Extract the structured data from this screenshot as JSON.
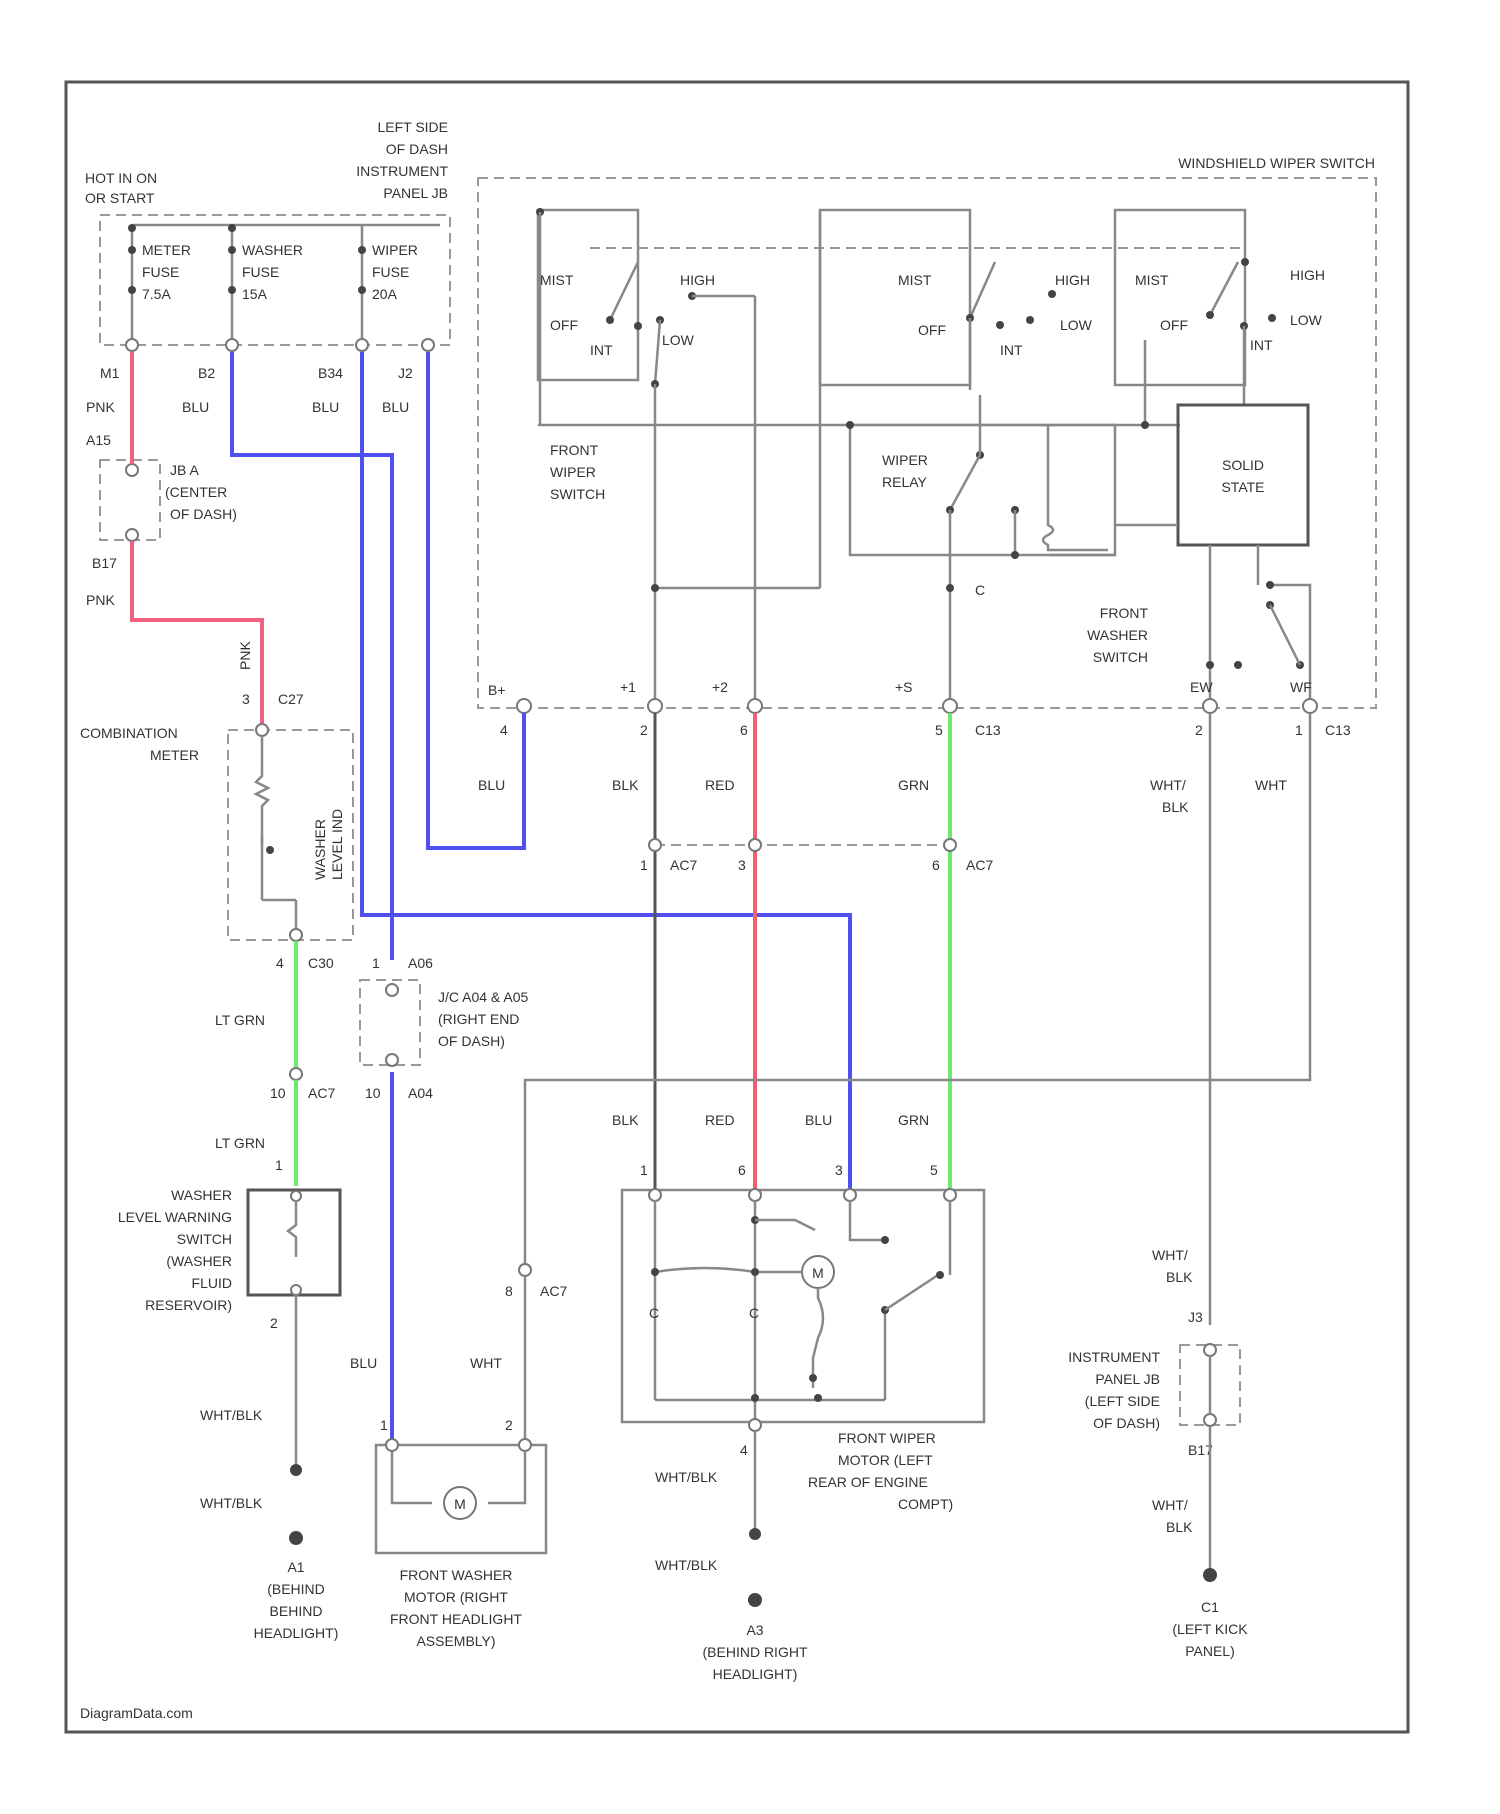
{
  "power": {
    "hot": [
      "HOT IN ON",
      "OR START"
    ],
    "jb_left": [
      "LEFT SIDE",
      "OF DASH",
      "INSTRUMENT",
      "PANEL JB"
    ],
    "fuses": [
      {
        "name": "METER",
        "line2": "FUSE",
        "rating": "7.5A",
        "pin": "M1",
        "color": "PNK"
      },
      {
        "name": "WASHER",
        "line2": "FUSE",
        "rating": "15A",
        "pin": "B2",
        "color": "BLU"
      },
      {
        "name": "WIPER",
        "line2": "FUSE",
        "rating": "20A",
        "pin": "B34",
        "color": "BLU",
        "pin2": "J2",
        "color2": "BLU"
      }
    ]
  },
  "jb_center": {
    "top_pin": "A15",
    "lines": [
      "JB A",
      "(CENTER",
      "OF DASH)"
    ],
    "bottom_pin": "B17",
    "wire": "PNK"
  },
  "meter": {
    "lines": [
      "COMBINATION",
      "METER"
    ],
    "pin": "C27",
    "pin_num": "3",
    "wire": "PNK",
    "lamp": [
      "WASHER",
      "LEVEL IND"
    ],
    "out_pin": "4",
    "out_conn": "C30"
  },
  "jc": {
    "pin_top": "1",
    "conn_top": "A06",
    "lines": [
      "J/C A04 & A05",
      "(RIGHT END",
      "OF DASH)"
    ],
    "pin_bottom": "10",
    "conn_bottom": "A04"
  },
  "washer_level": {
    "wire": "LT GRN",
    "pin": "10",
    "conn": "AC7",
    "wire2": "LT GRN",
    "lines": [
      "WASHER",
      "LEVEL WARNING",
      "SWITCH",
      "(WASHER",
      "FLUID",
      "RESERVOIR)"
    ],
    "pin_in": "1",
    "pin_out": "2",
    "gnd_wire": "WHT/BLK",
    "gnd_wire2": "WHT/BLK",
    "gnd": [
      "A1",
      "(BEHIND",
      "BEHIND",
      "HEADLIGHT)"
    ]
  },
  "switch": {
    "title": "WINDSHIELD WIPER SWITCH",
    "front_wiper": [
      "FRONT",
      "WIPER",
      "SWITCH"
    ],
    "positions": {
      "mist": "MIST",
      "off": "OFF",
      "int": "INT",
      "low": "LOW",
      "high": "HIGH"
    },
    "relay": [
      "WIPER",
      "RELAY"
    ],
    "solid": [
      "SOLID",
      "STATE"
    ],
    "washer_sw": [
      "FRONT",
      "WASHER",
      "SWITCH"
    ],
    "terminals": [
      "B+",
      "+1",
      "+2",
      "+S",
      "EW",
      "WF"
    ],
    "pins": [
      "4",
      "2",
      "6",
      "5",
      "2",
      "1"
    ],
    "conn": "C13",
    "conn2": "C13"
  },
  "wires": {
    "blu": "BLU",
    "blk": "BLK",
    "red": "RED",
    "grn": "GRN",
    "wht_blk": [
      "WHT/",
      "BLK"
    ],
    "wht": "WHT",
    "ac7_pins": [
      "1",
      "3",
      "6"
    ],
    "ac7": "AC7"
  },
  "motor": {
    "pins": [
      "1",
      "6",
      "3",
      "5"
    ],
    "wires": [
      "BLK",
      "RED",
      "BLU",
      "GRN"
    ],
    "m": "M",
    "lines": [
      "FRONT WIPER",
      "MOTOR (LEFT",
      "REAR OF ENGINE",
      "COMPT)"
    ],
    "gnd_pin": "4",
    "gnd_wire": "WHT/BLK",
    "gnd_wire2": "WHT/BLK",
    "gnd": [
      "A3",
      "(BEHIND RIGHT",
      "HEADLIGHT)"
    ]
  },
  "washer_motor": {
    "pins": [
      "1",
      "2"
    ],
    "wire1": "BLU",
    "wire2": "WHT",
    "ac7_pin": "8",
    "ac7": "AC7",
    "m": "M",
    "lines": [
      "FRONT WASHER",
      "MOTOR (RIGHT",
      "FRONT HEADLIGHT",
      "ASSEMBLY)"
    ]
  },
  "ip_jb": {
    "pin_top": "J3",
    "lines": [
      "INSTRUMENT",
      "PANEL JB",
      "(LEFT SIDE",
      "OF DASH)"
    ],
    "pin_bottom": "B17",
    "wire_top": [
      "WHT/",
      "BLK"
    ],
    "wire_bottom": [
      "WHT/",
      "BLK"
    ],
    "gnd": [
      "C1",
      "(LEFT KICK",
      "PANEL)"
    ]
  },
  "footer": "DiagramData.com"
}
